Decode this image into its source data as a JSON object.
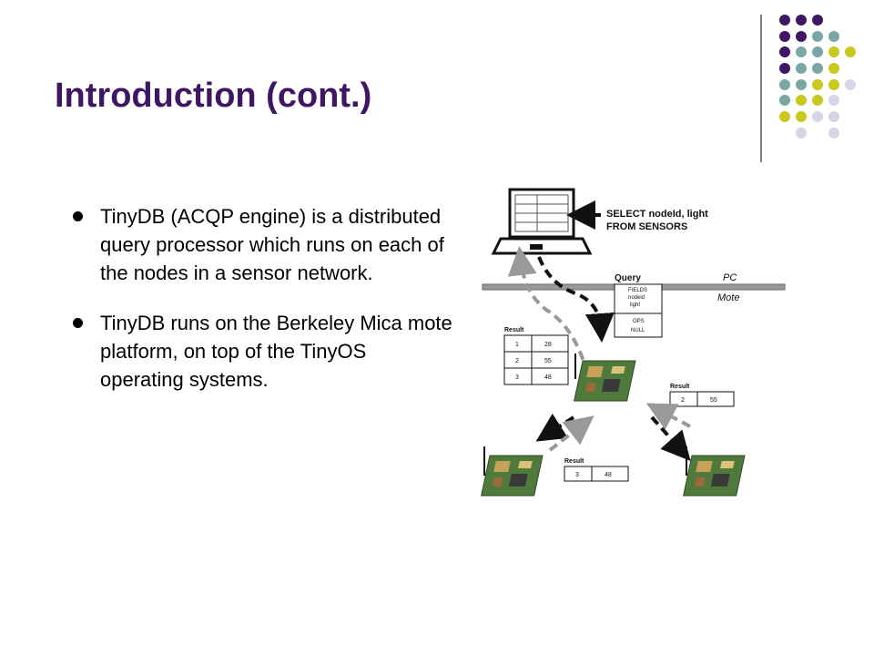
{
  "slide": {
    "title": "Introduction (cont.)",
    "bullets": [
      "TinyDB (ACQP engine) is a distributed query processor which runs on each of the nodes in a sensor network.",
      "TinyDB runs on the Berkeley Mica mote platform, on top of the TinyOS operating systems."
    ]
  },
  "diagram": {
    "select_text_1": "SELECT nodeId, light",
    "select_text_2": "FROM SENSORS",
    "query_label": "Query",
    "pc_label": "PC",
    "mote_label": "Mote",
    "fields_label": "FIELDS",
    "field_1": "nodeid",
    "field_2": "light",
    "ops_label": "OPS",
    "ops_value": "NULL",
    "result_label": "Result",
    "main_result_rows": [
      [
        "1",
        "28"
      ],
      [
        "2",
        "55"
      ],
      [
        "3",
        "48"
      ]
    ],
    "right_result": [
      "2",
      "55"
    ],
    "bottom_result": [
      "3",
      "48"
    ]
  },
  "colors": {
    "title": "#3f1664",
    "dot_purple": "#3f1664",
    "dot_teal": "#7aa6a4",
    "dot_yellow": "#c8c81e",
    "dot_lavender": "#d6d6e8"
  }
}
